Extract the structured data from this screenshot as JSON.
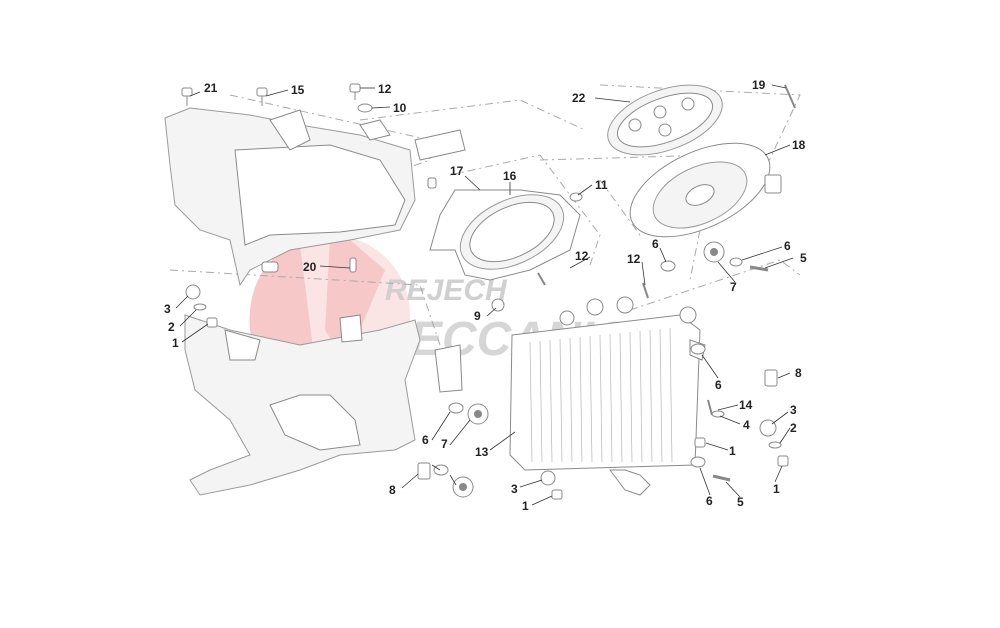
{
  "watermark": {
    "line1": "REJECH",
    "line2": "ECCANICA",
    "color": "#e30613"
  },
  "labels": [
    "1",
    "1",
    "1",
    "1",
    "2",
    "2",
    "3",
    "3",
    "3",
    "4",
    "5",
    "5",
    "6",
    "6",
    "6",
    "6",
    "6",
    "7",
    "7",
    "8",
    "8",
    "9",
    "10",
    "11",
    "12",
    "12",
    "12",
    "13",
    "14",
    "15",
    "16",
    "17",
    "18",
    "19",
    "20",
    "21",
    "22"
  ]
}
